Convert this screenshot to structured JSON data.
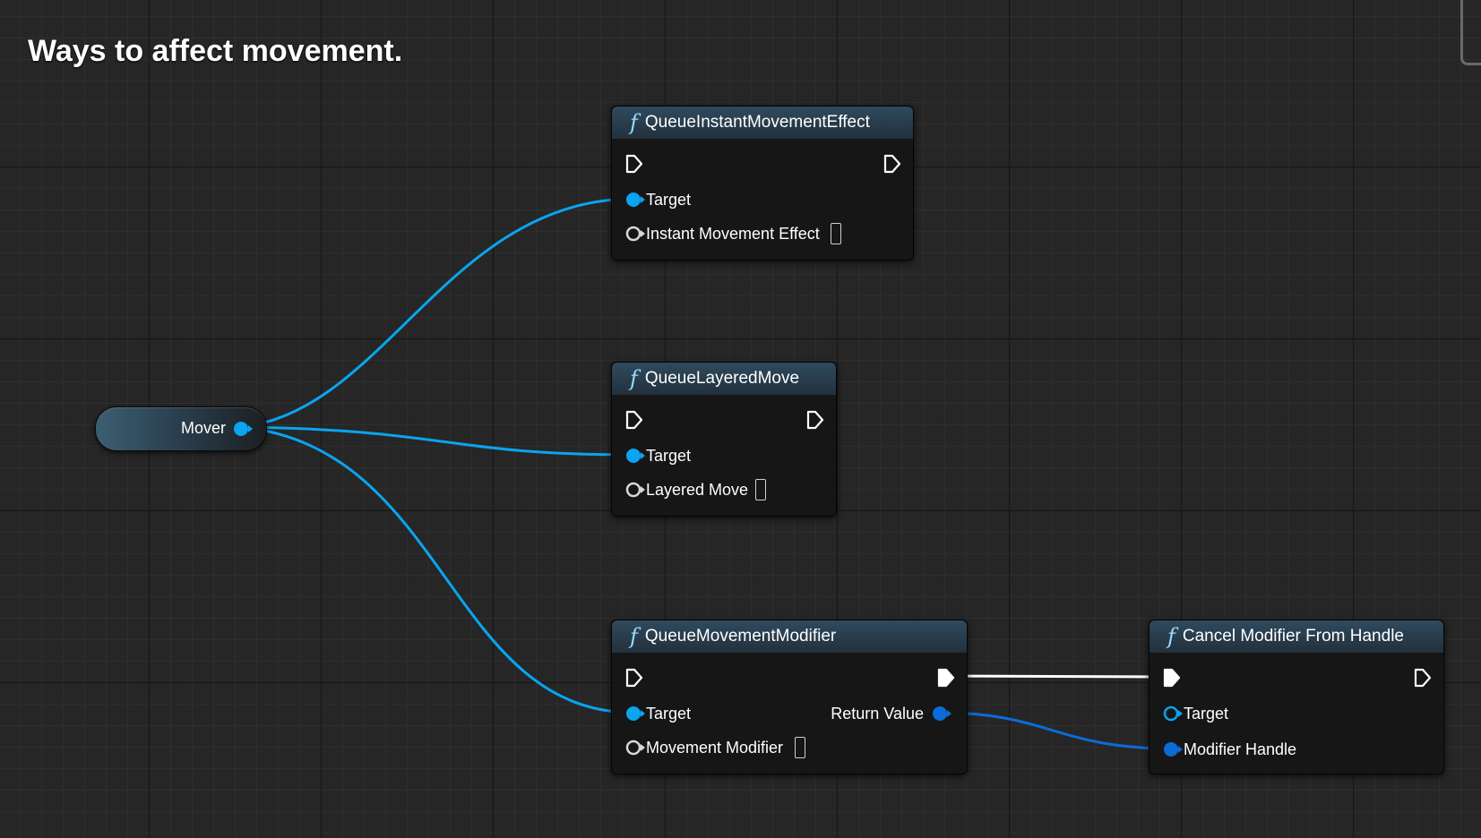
{
  "comment": {
    "title": "Ways to affect movement."
  },
  "variable_node": {
    "label": "Mover",
    "color": "#0aa4f0"
  },
  "colors": {
    "object_pin": "#0aa4f0",
    "struct_pin": "#0d6bd8",
    "exec_wire": "#ffffff",
    "header": "#2f4a5e"
  },
  "nodes": {
    "queue_instant": {
      "title": "QueueInstantMovementEffect",
      "target_label": "Target",
      "param_label": "Instant Movement Effect"
    },
    "queue_layered": {
      "title": "QueueLayeredMove",
      "target_label": "Target",
      "param_label": "Layered Move"
    },
    "queue_modifier": {
      "title": "QueueMovementModifier",
      "target_label": "Target",
      "return_label": "Return Value",
      "param_label": "Movement Modifier"
    },
    "cancel_modifier": {
      "title": "Cancel Modifier From Handle",
      "target_label": "Target",
      "param_label": "Modifier Handle"
    }
  }
}
